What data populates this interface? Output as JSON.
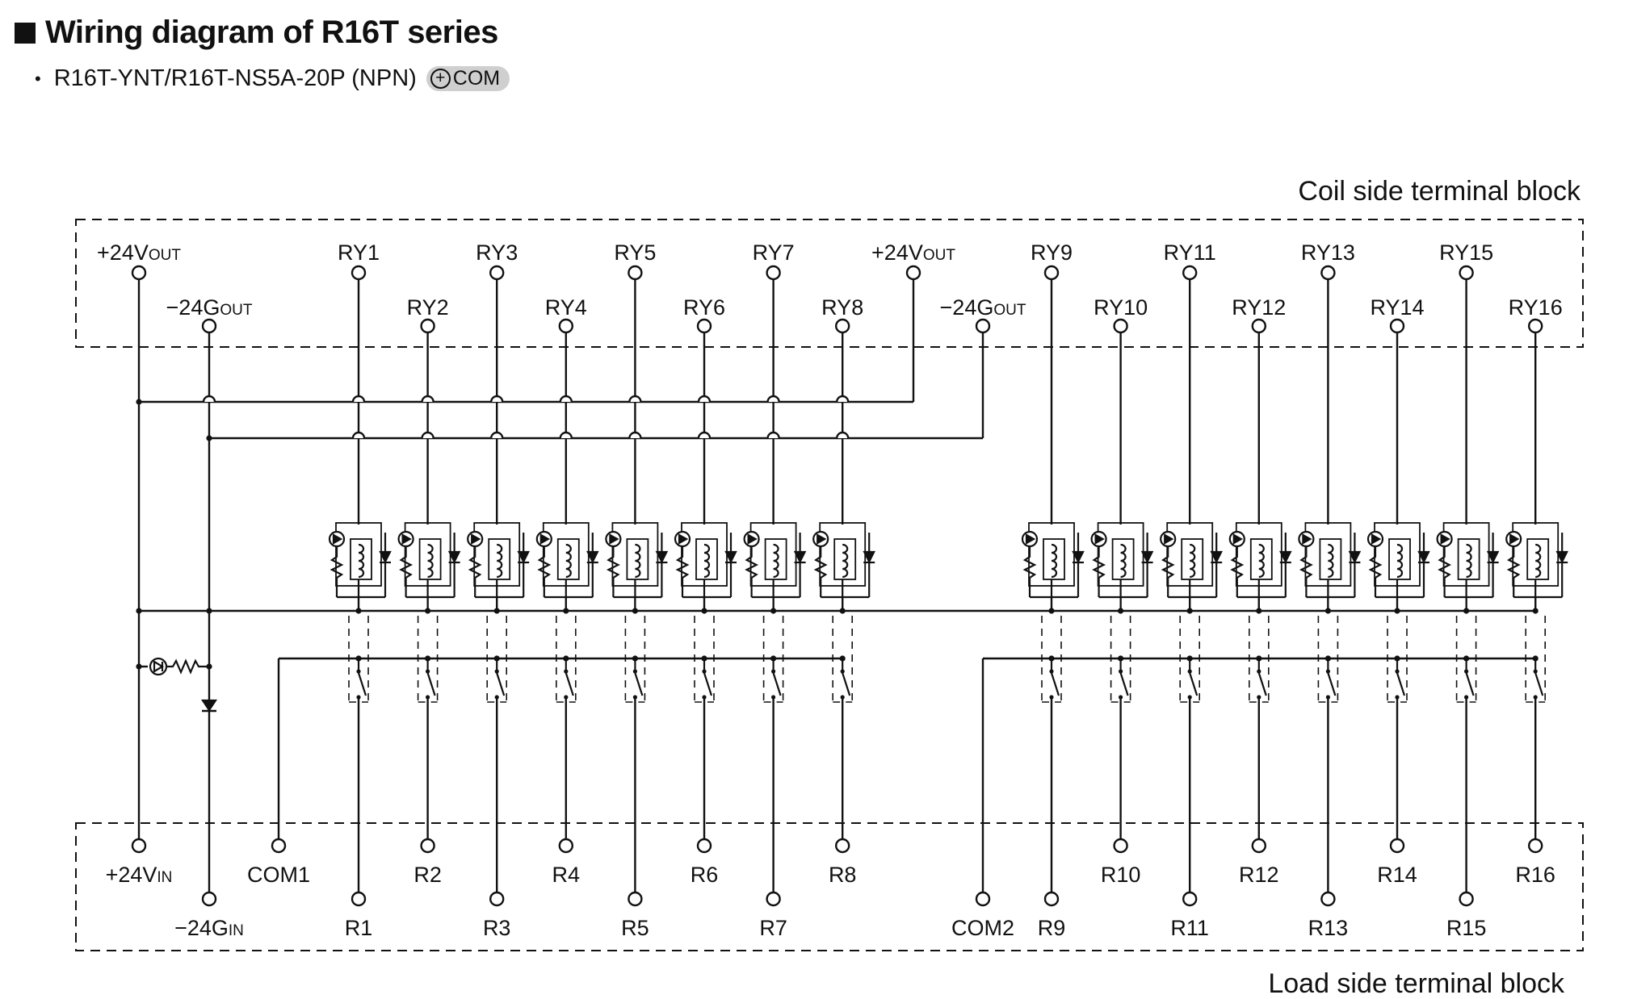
{
  "header": {
    "title": "Wiring diagram of R16T series",
    "subtitle_bullet": "•",
    "subtitle": "R16T-YNT/R16T-NS5A-20P (NPN)",
    "badge_symbol": "+",
    "badge_text": "COM"
  },
  "blocks": {
    "coil": "Coil side terminal block",
    "load": "Load side terminal block"
  },
  "coil_terminals": {
    "vout_main": "+24V",
    "vout_sub": "OUT",
    "gout_main": "−24G",
    "gout_sub": "OUT",
    "relays": [
      "RY1",
      "RY2",
      "RY3",
      "RY4",
      "RY5",
      "RY6",
      "RY7",
      "RY8",
      "RY9",
      "RY10",
      "RY11",
      "RY12",
      "RY13",
      "RY14",
      "RY15",
      "RY16"
    ]
  },
  "load_terminals": {
    "vin_main": "+24V",
    "vin_sub": "IN",
    "gin_main": "−24G",
    "gin_sub": "IN",
    "com1": "COM1",
    "com2": "COM2",
    "outputs": [
      "R1",
      "R2",
      "R3",
      "R4",
      "R5",
      "R6",
      "R7",
      "R8",
      "R9",
      "R10",
      "R11",
      "R12",
      "R13",
      "R14",
      "R15",
      "R16"
    ]
  },
  "colors": {
    "line": "#111111",
    "badge": "#cfcfcf",
    "background": "#ffffff"
  }
}
